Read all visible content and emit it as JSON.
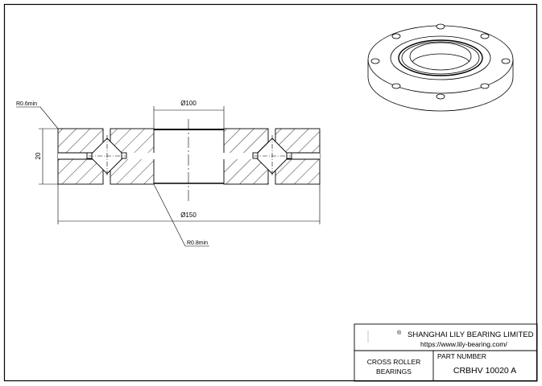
{
  "drawing": {
    "dimensions": {
      "inner_diameter": "Ø100",
      "outer_diameter": "Ø150",
      "width": "20",
      "radius_outer": "R0.6min",
      "radius_inner": "R0.8min"
    }
  },
  "title_block": {
    "registered_mark": "®",
    "company": "SHANGHAI LILY BEARING LIMITED",
    "website": "https://www.lily-bearing.com/",
    "product_type_line1": "CROSS ROLLER",
    "product_type_line2": "BEARINGS",
    "part_number_label": "PART  NUMBER",
    "part_number": "CRBHV 10020 A"
  }
}
